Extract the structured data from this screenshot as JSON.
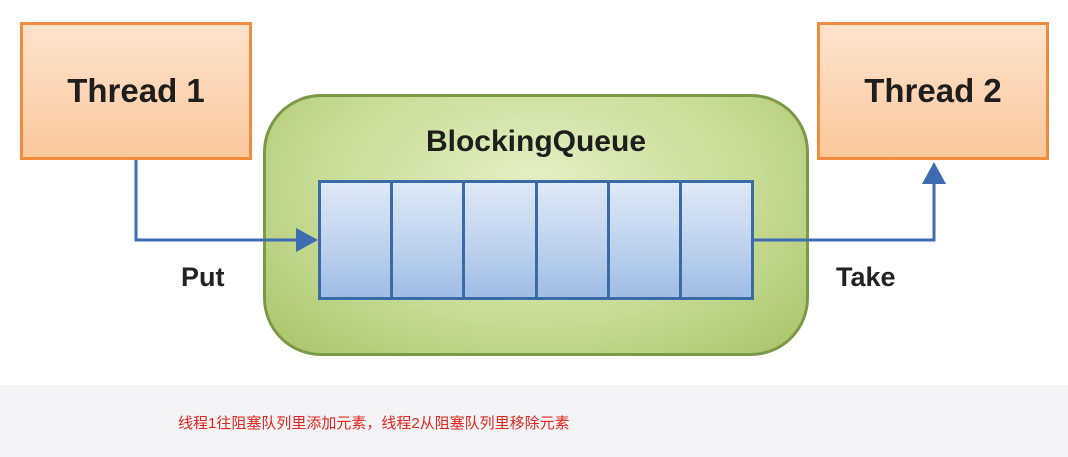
{
  "diagram": {
    "thread1": {
      "label": "Thread 1"
    },
    "thread2": {
      "label": "Thread 2"
    },
    "queue": {
      "title": "BlockingQueue",
      "slot_count": 6
    },
    "put_label": "Put",
    "take_label": "Take",
    "caption": "线程1往阻塞队列里添加元素，线程2从阻塞队列里移除元素"
  },
  "colors": {
    "thread_border": "#f08c3c",
    "queue_border": "#7a9a48",
    "slot_border": "#3b6aa6",
    "arrow": "#3f6bb0",
    "caption": "#e0261e"
  }
}
